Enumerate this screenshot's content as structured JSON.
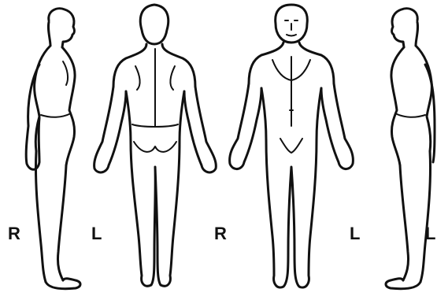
{
  "diagram": {
    "figures": [
      {
        "view": "right-side",
        "labels": [
          "R",
          "L"
        ]
      },
      {
        "view": "back",
        "labels": []
      },
      {
        "view": "front",
        "labels": [
          "R",
          "L"
        ]
      },
      {
        "view": "left-side",
        "labels": [
          "L"
        ]
      }
    ],
    "side_labels": {
      "left_profile_r": "R",
      "left_profile_l": "L",
      "front_r": "R",
      "front_l": "L",
      "right_profile_l": "L"
    },
    "line_color": "#111111",
    "background": "#ffffff"
  }
}
